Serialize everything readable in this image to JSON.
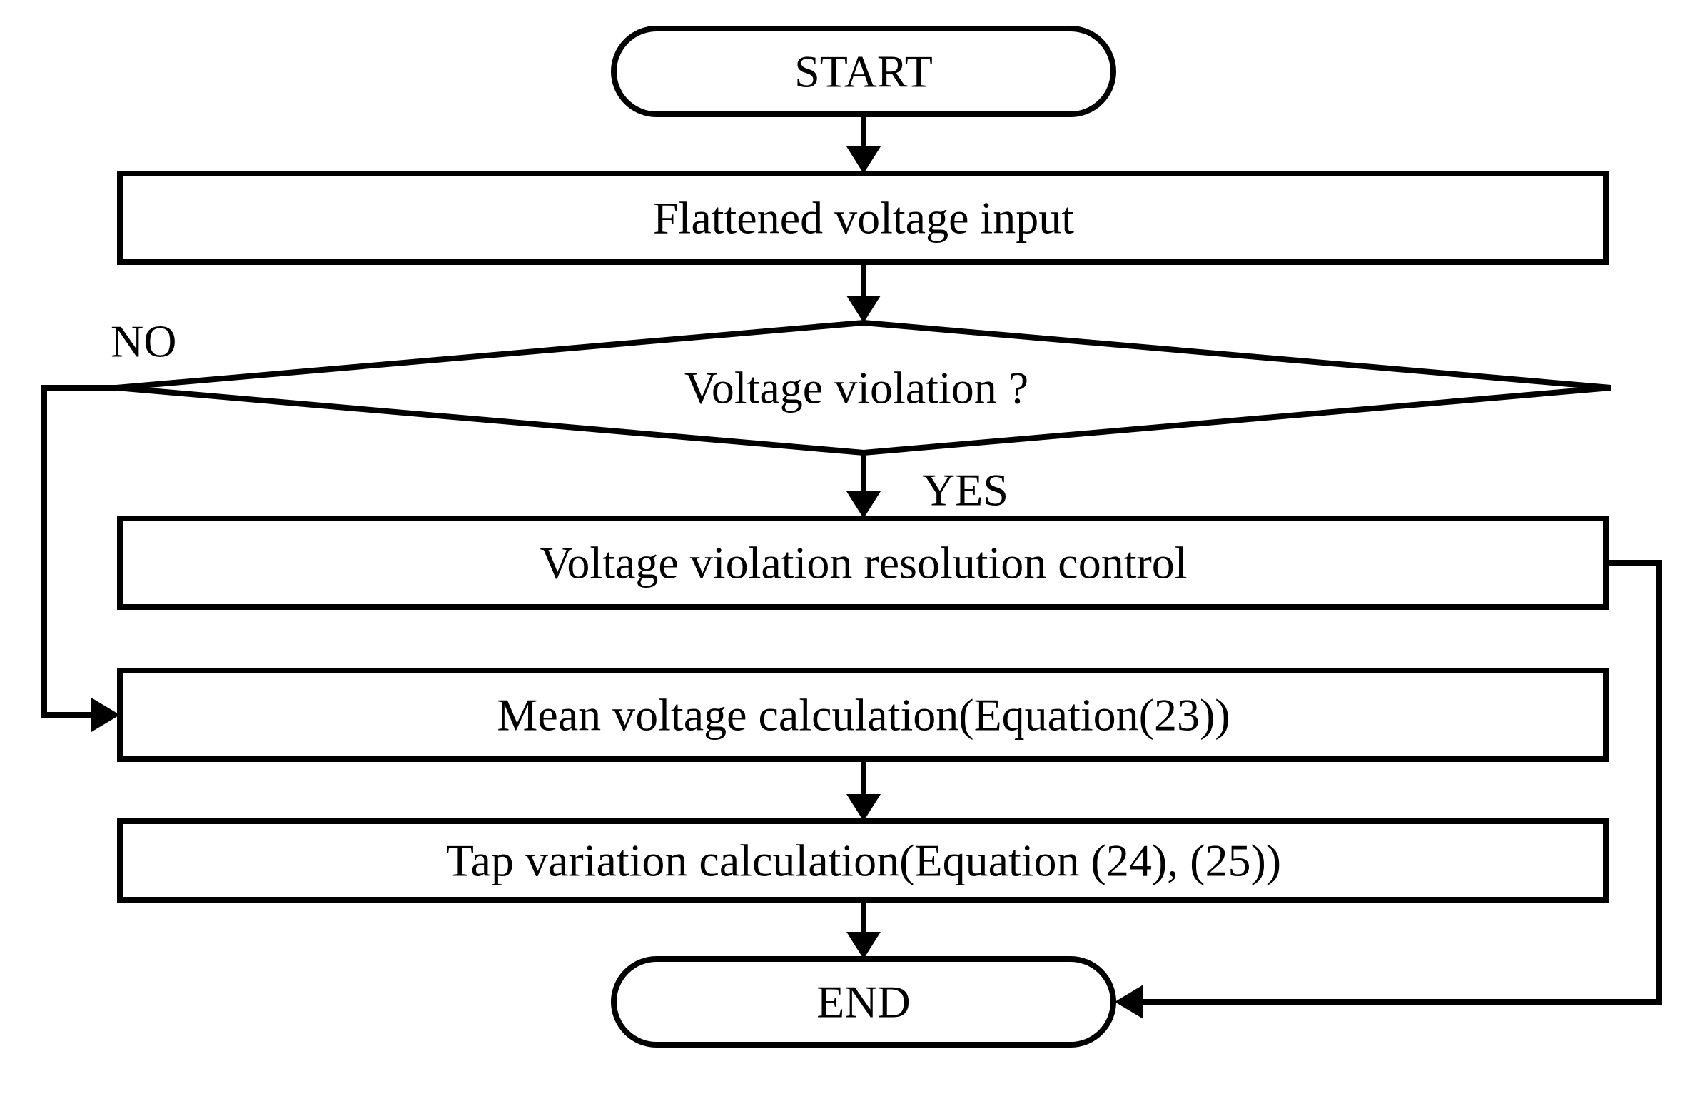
{
  "flowchart": {
    "start": {
      "label": "START"
    },
    "input": {
      "label": "Flattened voltage input"
    },
    "decision": {
      "label": "Voltage violation ?"
    },
    "branch_no": {
      "label": "NO"
    },
    "branch_yes": {
      "label": "YES"
    },
    "resolution": {
      "label": "Voltage violation resolution control"
    },
    "mean": {
      "label": "Mean voltage calculation(Equation(23))"
    },
    "tap": {
      "label": "Tap variation calculation(Equation (24), (25))"
    },
    "end": {
      "label": "END"
    }
  }
}
